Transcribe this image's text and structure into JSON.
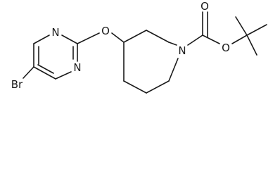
{
  "molecule": {
    "atom_labels": {
      "bromine": "Br",
      "pyrimidine_n_upper": "N",
      "pyrimidine_n_lower": "N",
      "ether_oxygen": "O",
      "piperidine_nitrogen": "N",
      "carbonyl_oxygen": "O",
      "ester_oxygen": "O"
    }
  }
}
